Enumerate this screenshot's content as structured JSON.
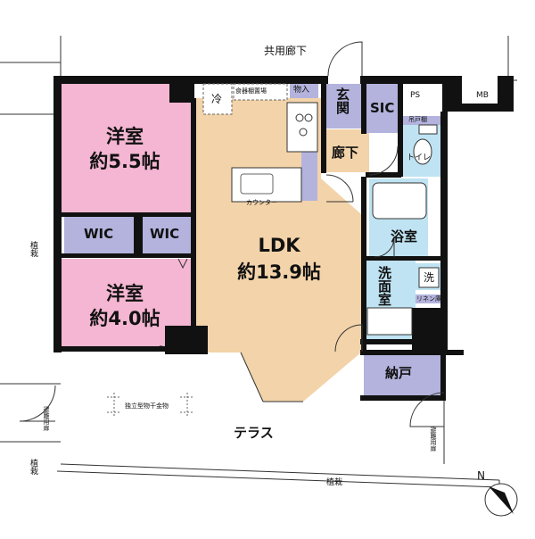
{
  "title": "",
  "labels": {
    "corridor": "共用廊下",
    "room1": "洋室",
    "room1_size": "約5.5帖",
    "room2": "洋室",
    "room2_size": "約4.0帖",
    "wic1": "WIC",
    "wic2": "WIC",
    "ps_small": "PS",
    "ps_top": "PS",
    "ps_bottom": "PS",
    "mb": "MB",
    "fridge": "冷",
    "dish_shelf": "食器棚置場",
    "storage_in": "物入",
    "entrance": "玄関",
    "sic": "SIC",
    "shoe_cabinet": "吊戸棚",
    "toilet": "トイレ",
    "hallway": "廊下",
    "counter": "カウンター",
    "ldk": "LDK",
    "ldk_size": "約13.9帖",
    "bath": "浴室",
    "washroom": "洗面室",
    "washer": "洗",
    "linen": "リネン庫",
    "closet": "納戸",
    "terrace": "テラス",
    "partition": "独立型物干金物",
    "evac_left": "避難用扉",
    "evac_right": "避難用扉",
    "planting_left_top": "植栽",
    "planting_left_bottom": "植栽",
    "planting_bottom": "植栽",
    "north": "N"
  },
  "colors": {
    "western_room": "#f4b6d2",
    "ldk": "#f3d3a9",
    "utility": "#b3b3dd",
    "water": "#bfe3f2",
    "hall": "#f3d3a9",
    "wall": "#111111"
  }
}
